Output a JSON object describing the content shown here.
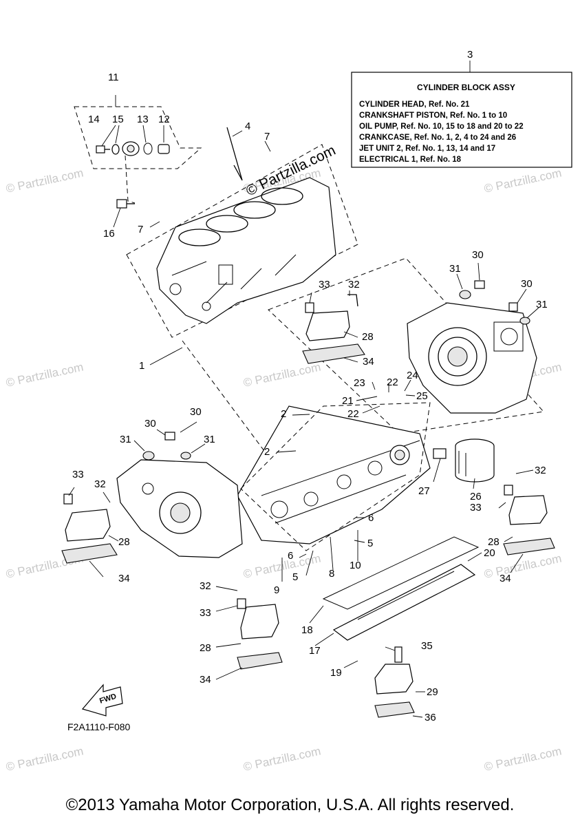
{
  "watermark": "© Partzilla.com",
  "watermark_main": "© Partzilla.com",
  "assy_box": {
    "ref": "3",
    "title": "CYLINDER BLOCK ASSY",
    "lines": [
      "CYLINDER HEAD,  Ref. No. 21",
      "CRANKSHAFT PISTON,  Ref. No. 1 to 10",
      "OIL PUMP,  Ref. No. 10, 15 to 18 and 20 to 22",
      "CRANKCASE,  Ref. No. 1, 2, 4 to 24 and 26",
      "JET UNIT 2,  Ref. No. 1, 13, 14 and 17",
      "ELECTRICAL 1,  Ref. No. 18"
    ]
  },
  "callouts": [
    "1",
    "2",
    "4",
    "5",
    "6",
    "7",
    "8",
    "9",
    "10",
    "11",
    "12",
    "13",
    "14",
    "15",
    "16",
    "17",
    "18",
    "19",
    "20",
    "21",
    "22",
    "23",
    "24",
    "25",
    "26",
    "27",
    "28",
    "29",
    "30",
    "31",
    "32",
    "33",
    "34",
    "35",
    "36"
  ],
  "fwd_label": "FWD",
  "diagram_code": "F2A1110-F080",
  "copyright": "©2013 Yamaha Motor Corporation, U.S.A. All rights reserved."
}
